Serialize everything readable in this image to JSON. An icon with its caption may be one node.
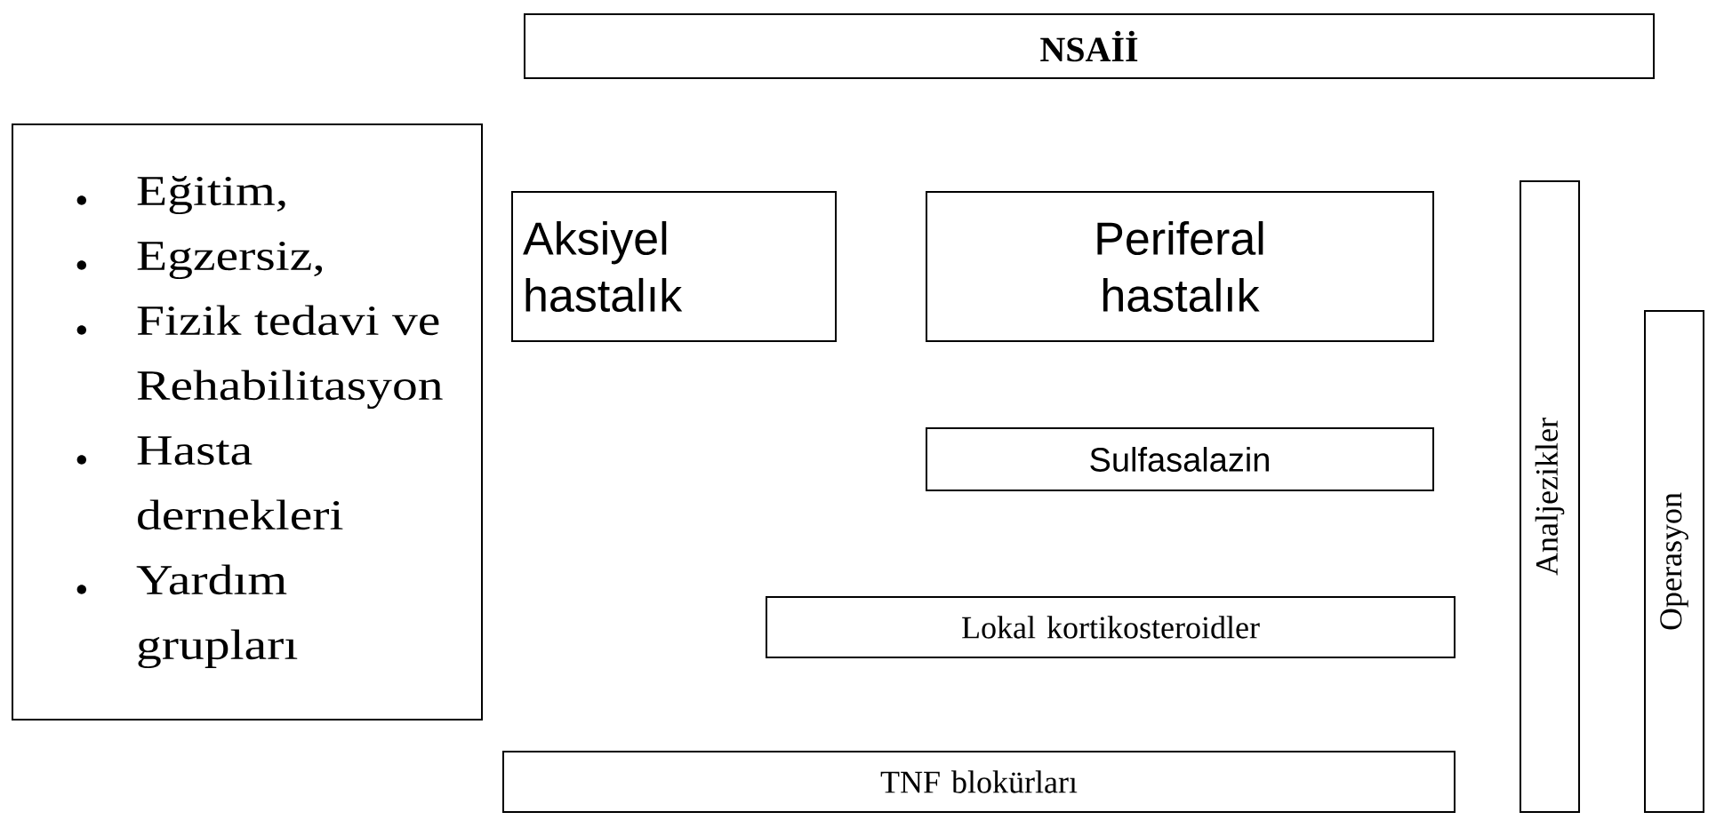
{
  "diagram": {
    "nodes": [
      {
        "text": [
          "**NSAİİ**"
        ]
      },
      {
        "text": [
          "Eğitim,",
          "Egzersiz,",
          "Fizik tedavi ve Rehabilitasyon",
          "Hasta dernekleri",
          "Yardım grupları"
        ]
      },
      {
        "text": [
          "Aksiyel hastalık"
        ]
      },
      {
        "text": [
          "Periferal hastalık"
        ]
      },
      {
        "text": [
          "Sulfasalazin"
        ]
      },
      {
        "text": [
          "Lokal kortikosteroidler"
        ]
      },
      {
        "text": [
          "TNF blokürları"
        ]
      },
      {
        "text": [
          "Analjezikler"
        ]
      },
      {
        "text": [
          "Operasyon"
        ]
      }
    ]
  }
}
